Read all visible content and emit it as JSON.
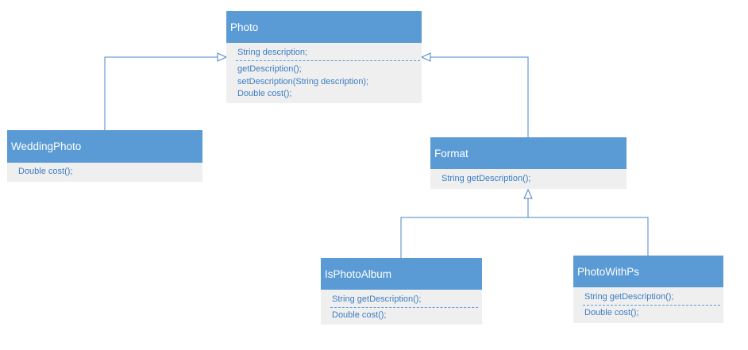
{
  "diagram": {
    "classes": {
      "photo": {
        "name": "Photo",
        "attributes": [
          "String description;"
        ],
        "methods": [
          "getDescription();",
          "setDescription(String description);",
          "Double cost();"
        ]
      },
      "wedding_photo": {
        "name": "WeddingPhoto",
        "methods": [
          "Double cost();"
        ]
      },
      "format": {
        "name": "Format",
        "methods": [
          "String getDescription();"
        ]
      },
      "is_photo_album": {
        "name": "IsPhotoAlbum",
        "attributes": [
          "String getDescription();"
        ],
        "methods": [
          "Double cost();"
        ]
      },
      "photo_with_ps": {
        "name": "PhotoWithPs",
        "attributes": [
          "String getDescription();"
        ],
        "methods": [
          "Double cost();"
        ]
      }
    },
    "relations": [
      {
        "type": "generalization",
        "from": "WeddingPhoto",
        "to": "Photo"
      },
      {
        "type": "generalization",
        "from": "Format",
        "to": "Photo"
      },
      {
        "type": "generalization",
        "from": "IsPhotoAlbum",
        "to": "Format"
      },
      {
        "type": "generalization",
        "from": "PhotoWithPs",
        "to": "Format"
      }
    ],
    "colors": {
      "header_fill": "#5b9bd5",
      "header_text": "#ffffff",
      "body_fill": "#efefef",
      "body_text": "#3b7dc4",
      "connector": "#4a86c8"
    }
  }
}
